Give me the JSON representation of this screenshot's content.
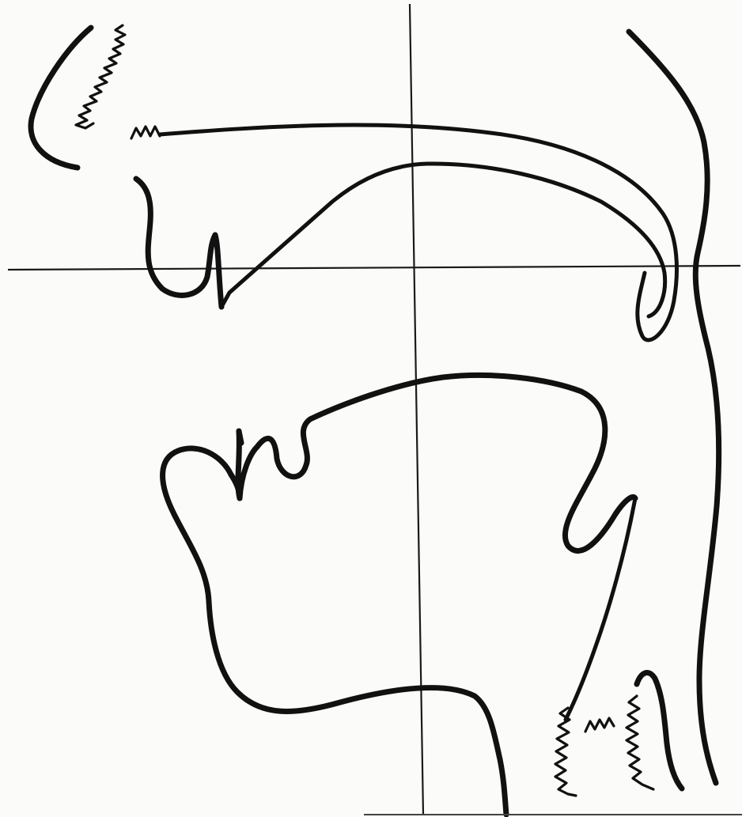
{
  "diagram": {
    "colors": {
      "background": "#fbfbfa",
      "ink": "#111111"
    },
    "parts": [
      "nose-outline",
      "nasal-cavity-floor",
      "velum-outline",
      "upper-lip-outline",
      "tongue-outline",
      "lower-jaw-outline",
      "epiglottis-outline",
      "pharynx-back-wall",
      "larynx-outline"
    ]
  }
}
